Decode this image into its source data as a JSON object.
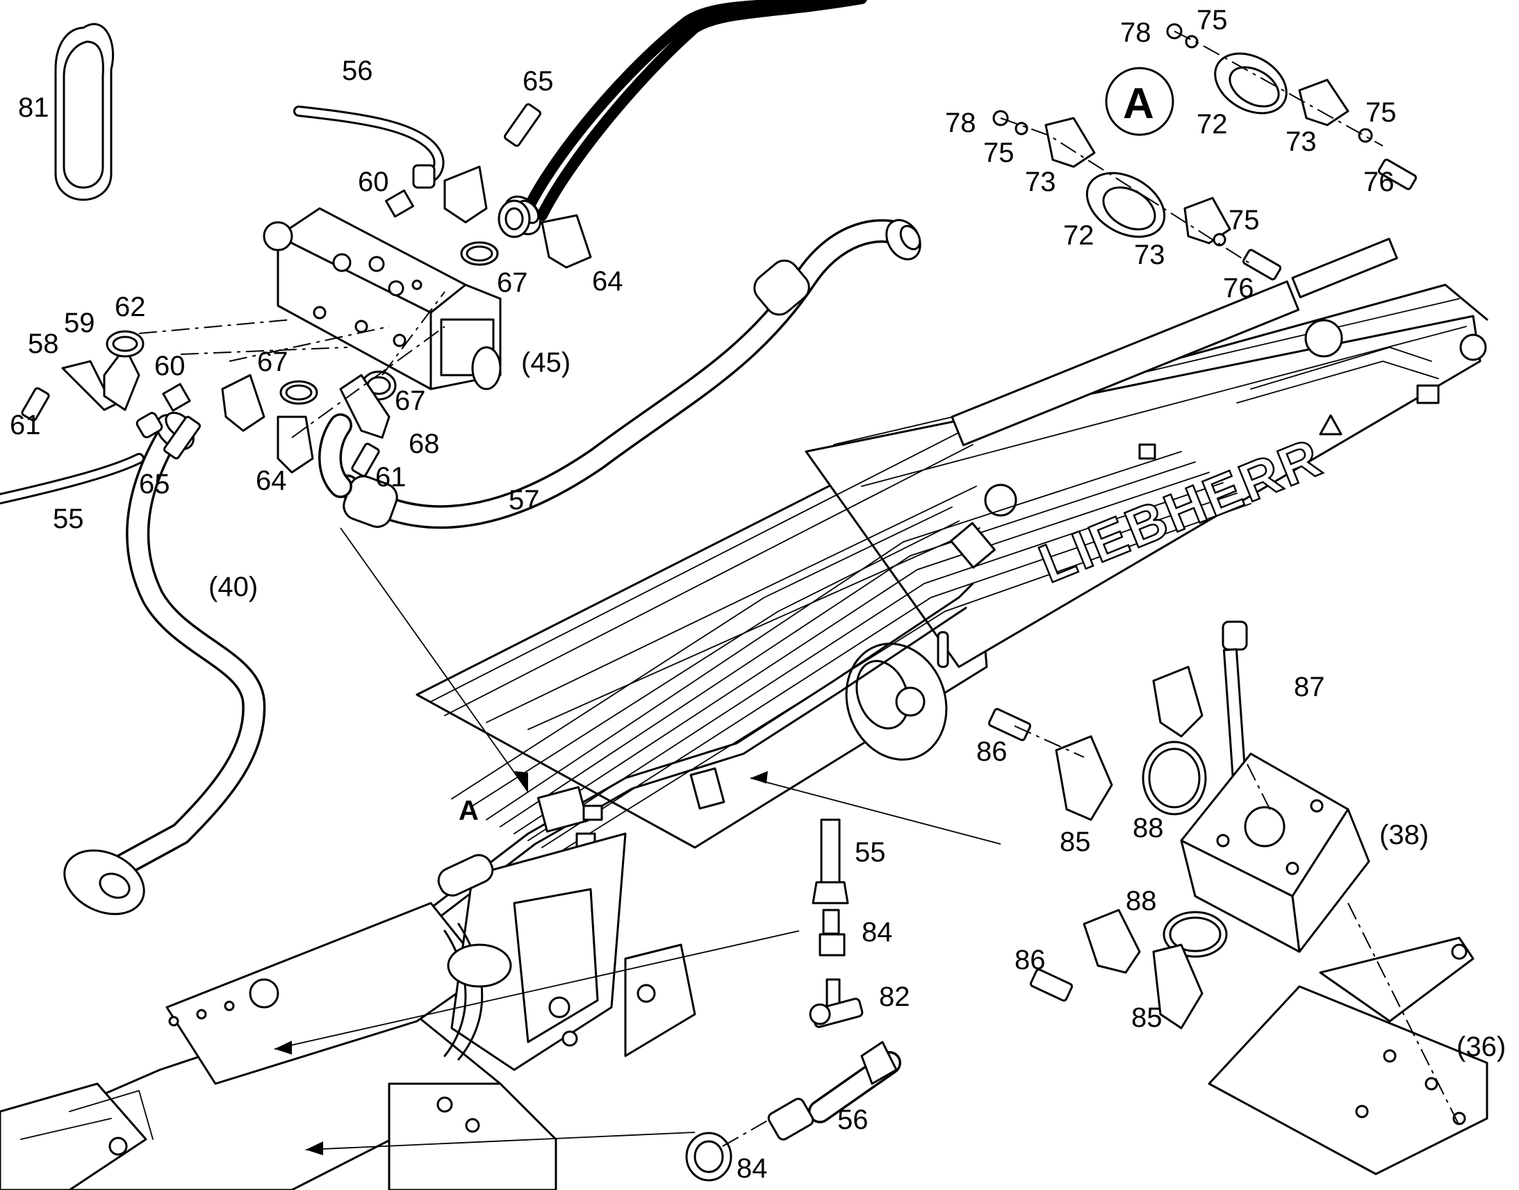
{
  "brand_text": "LIEBHERR",
  "detail_callout": "A",
  "detail_marker": "A",
  "labels": {
    "p81": "81",
    "p56_top": "56",
    "p65_top": "65",
    "p60_top": "60",
    "p67_top": "67",
    "p64_top": "64",
    "p62": "62",
    "p59": "59",
    "p58": "58",
    "p60_mid": "60",
    "p67_mid": "67",
    "p45": "(45)",
    "p67_right": "67",
    "p61_left": "61",
    "p65_mid": "65",
    "p64_mid": "64",
    "p68": "68",
    "p61_mid": "61",
    "p55_left": "55",
    "p57": "57",
    "p40": "(40)",
    "p78_a": "78",
    "p75_a": "75",
    "p72_a": "72",
    "p73_a": "73",
    "p75_b": "75",
    "p76_a": "76",
    "p78_b": "78",
    "p75_c": "75",
    "p73_b": "73",
    "p72_b": "72",
    "p73_c": "73",
    "p75_d": "75",
    "p76_b": "76",
    "p87": "87",
    "p86_a": "86",
    "p88_a": "88",
    "p85_a": "85",
    "p38": "(38)",
    "p88_b": "88",
    "p86_b": "86",
    "p85_b": "85",
    "p36": "(36)",
    "p55_right": "55",
    "p84_a": "84",
    "p82": "82",
    "p56_bottom": "56",
    "p84_b": "84"
  }
}
